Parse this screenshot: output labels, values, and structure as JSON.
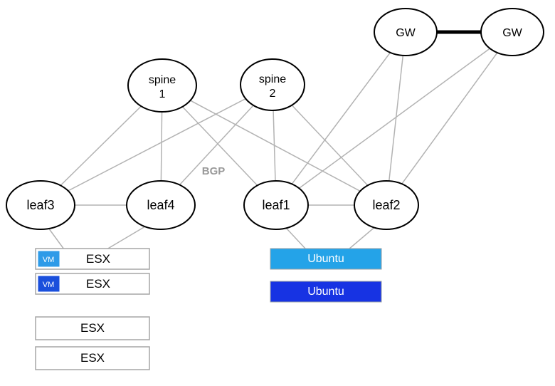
{
  "diagram": {
    "nodes": {
      "gw1": {
        "label": "GW"
      },
      "gw2": {
        "label": "GW"
      },
      "spine1": {
        "label_line1": "spine",
        "label_line2": "1"
      },
      "spine2": {
        "label_line1": "spine",
        "label_line2": "2"
      },
      "leaf1": {
        "label": "leaf1"
      },
      "leaf2": {
        "label": "leaf2"
      },
      "leaf3": {
        "label": "leaf3"
      },
      "leaf4": {
        "label": "leaf4"
      }
    },
    "annotations": {
      "bgp_label": "BGP"
    },
    "hosts": {
      "esx1": {
        "label": "ESX",
        "badge": "VM"
      },
      "esx2": {
        "label": "ESX",
        "badge": "VM"
      },
      "esx3": {
        "label": "ESX"
      },
      "esx4": {
        "label": "ESX"
      },
      "ubuntu1": {
        "label": "Ubuntu"
      },
      "ubuntu2": {
        "label": "Ubuntu"
      }
    },
    "colors": {
      "leaf3_fill": "#F928F9",
      "node_fill": "#FFFFFF",
      "node_stroke": "#000000",
      "edge": "#B3B3B3",
      "gw_link": "#000000",
      "vm1_fill": "#2E9BE8",
      "vm2_fill": "#1A4FDC",
      "ubuntu1_fill": "#24A3E8",
      "ubuntu2_fill": "#1733E3",
      "bgp_text": "#999999",
      "host_border": "#A6A6A6"
    }
  }
}
